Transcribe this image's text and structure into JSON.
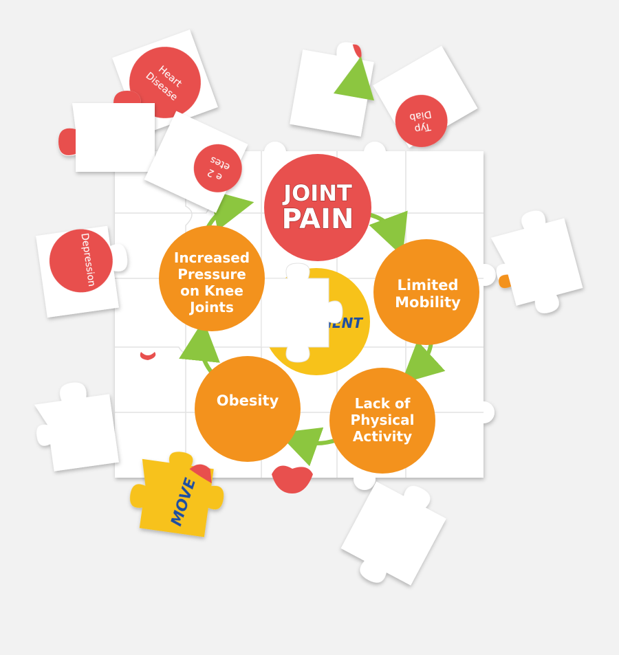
{
  "colors": {
    "background": "#f2f2f2",
    "piece": "#ffffff",
    "red": "#e8504e",
    "orange": "#f3921d",
    "yellow": "#f7c21a",
    "arrow_green": "#8cc63f",
    "blue_text": "#1e4fa0"
  },
  "center": {
    "title_line1": "JOINT",
    "title_line2": "PAIN",
    "core_partial": "MENT"
  },
  "cycle": [
    {
      "key": "limited_mobility",
      "lines": [
        "Limited",
        "Mobility"
      ]
    },
    {
      "key": "lack_activity",
      "lines": [
        "Lack of",
        "Physical",
        "Activity"
      ]
    },
    {
      "key": "obesity",
      "lines": [
        "Obesity"
      ]
    },
    {
      "key": "knee_pressure",
      "lines": [
        "Increased",
        "Pressure",
        "on Knee",
        "Joints"
      ]
    }
  ],
  "loose_pieces": {
    "heart_disease": [
      "Heart",
      "Disease"
    ],
    "depression": "Depression",
    "type2_diabetes_a": [
      "Typ",
      "Diab"
    ],
    "type2_diabetes_b": [
      "e 2",
      "etes"
    ],
    "movement_piece": "MOVE"
  }
}
